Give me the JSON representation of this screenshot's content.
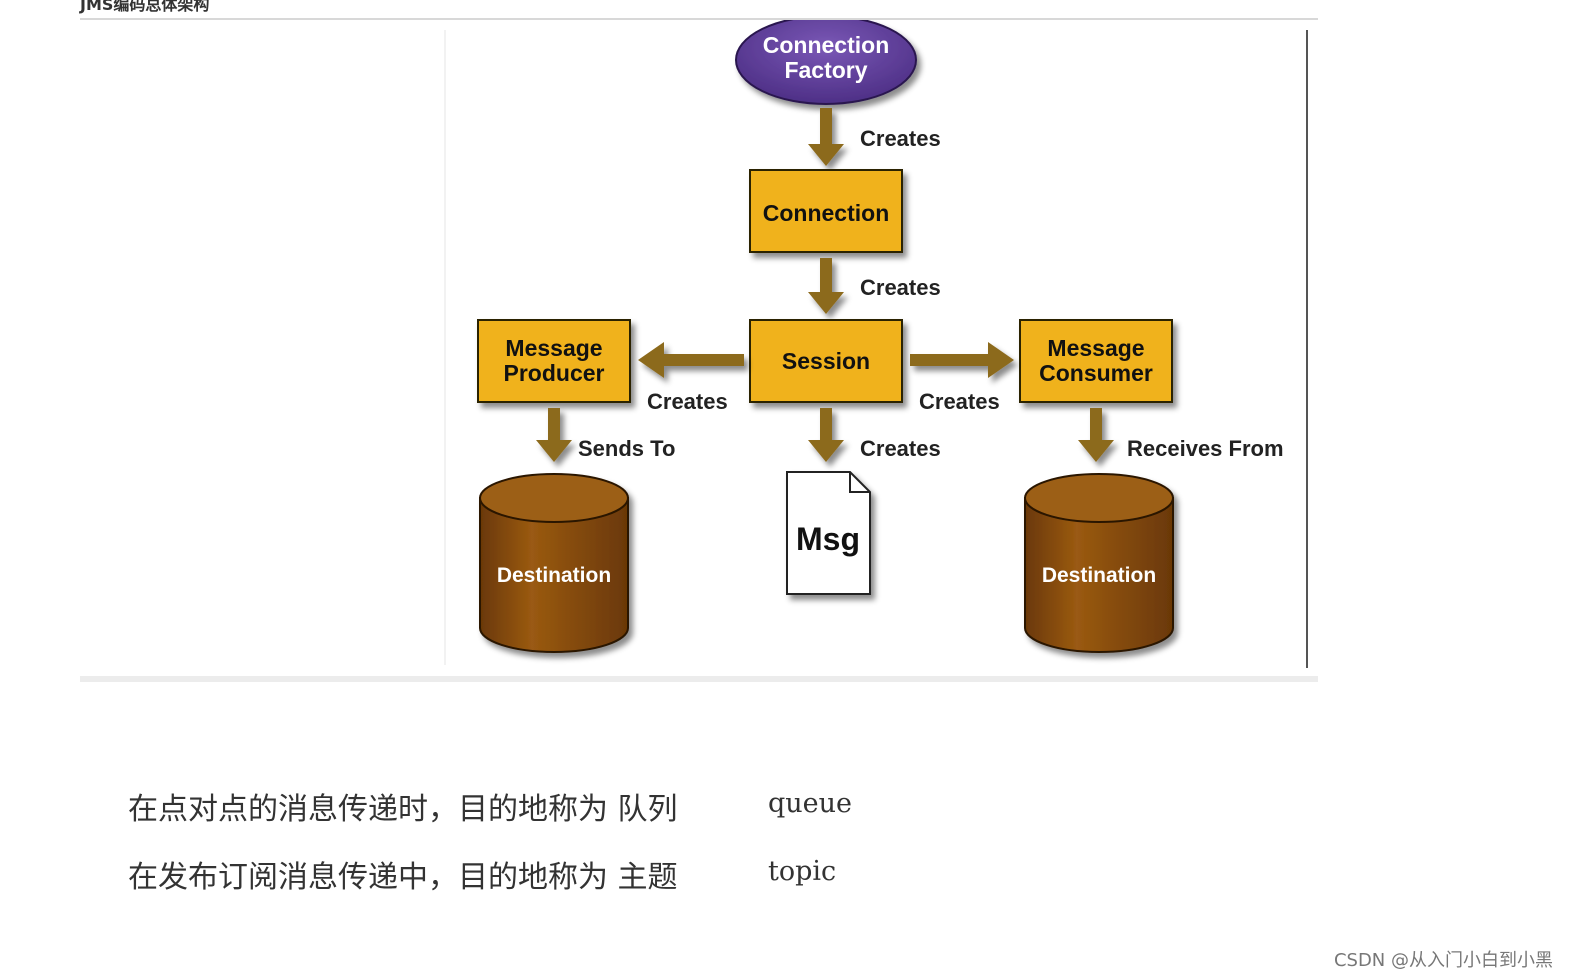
{
  "header": {
    "caption": "JMS编码总体架构"
  },
  "diagram": {
    "nodes": {
      "connection_factory": [
        "Connection",
        "Factory"
      ],
      "connection": "Connection",
      "session": "Session",
      "message_producer": [
        "Message",
        "Producer"
      ],
      "message_consumer": [
        "Message",
        "Consumer"
      ],
      "destination_left": "Destination",
      "destination_right": "Destination",
      "msg": "Msg"
    },
    "edges": {
      "factory_to_connection": "Creates",
      "connection_to_session": "Creates",
      "session_to_producer": "Creates",
      "session_to_consumer": "Creates",
      "session_to_msg": "Creates",
      "producer_to_destination": "Sends To",
      "consumer_from_destination": "Receives From"
    },
    "colors": {
      "box_fill": "#f0b21c",
      "factory_fill": "#5b3a96",
      "arrow": "#8c6a1e",
      "cylinder": "#8a4d0c"
    }
  },
  "body": {
    "line1_text": "在点对点的消息传递时，目的地称为 队列",
    "line1_code": "queue",
    "line2_text": "在发布订阅消息传递中，目的地称为 主题",
    "line2_code": "topic"
  },
  "footer": {
    "watermark": "CSDN @从入门小白到小黑"
  }
}
